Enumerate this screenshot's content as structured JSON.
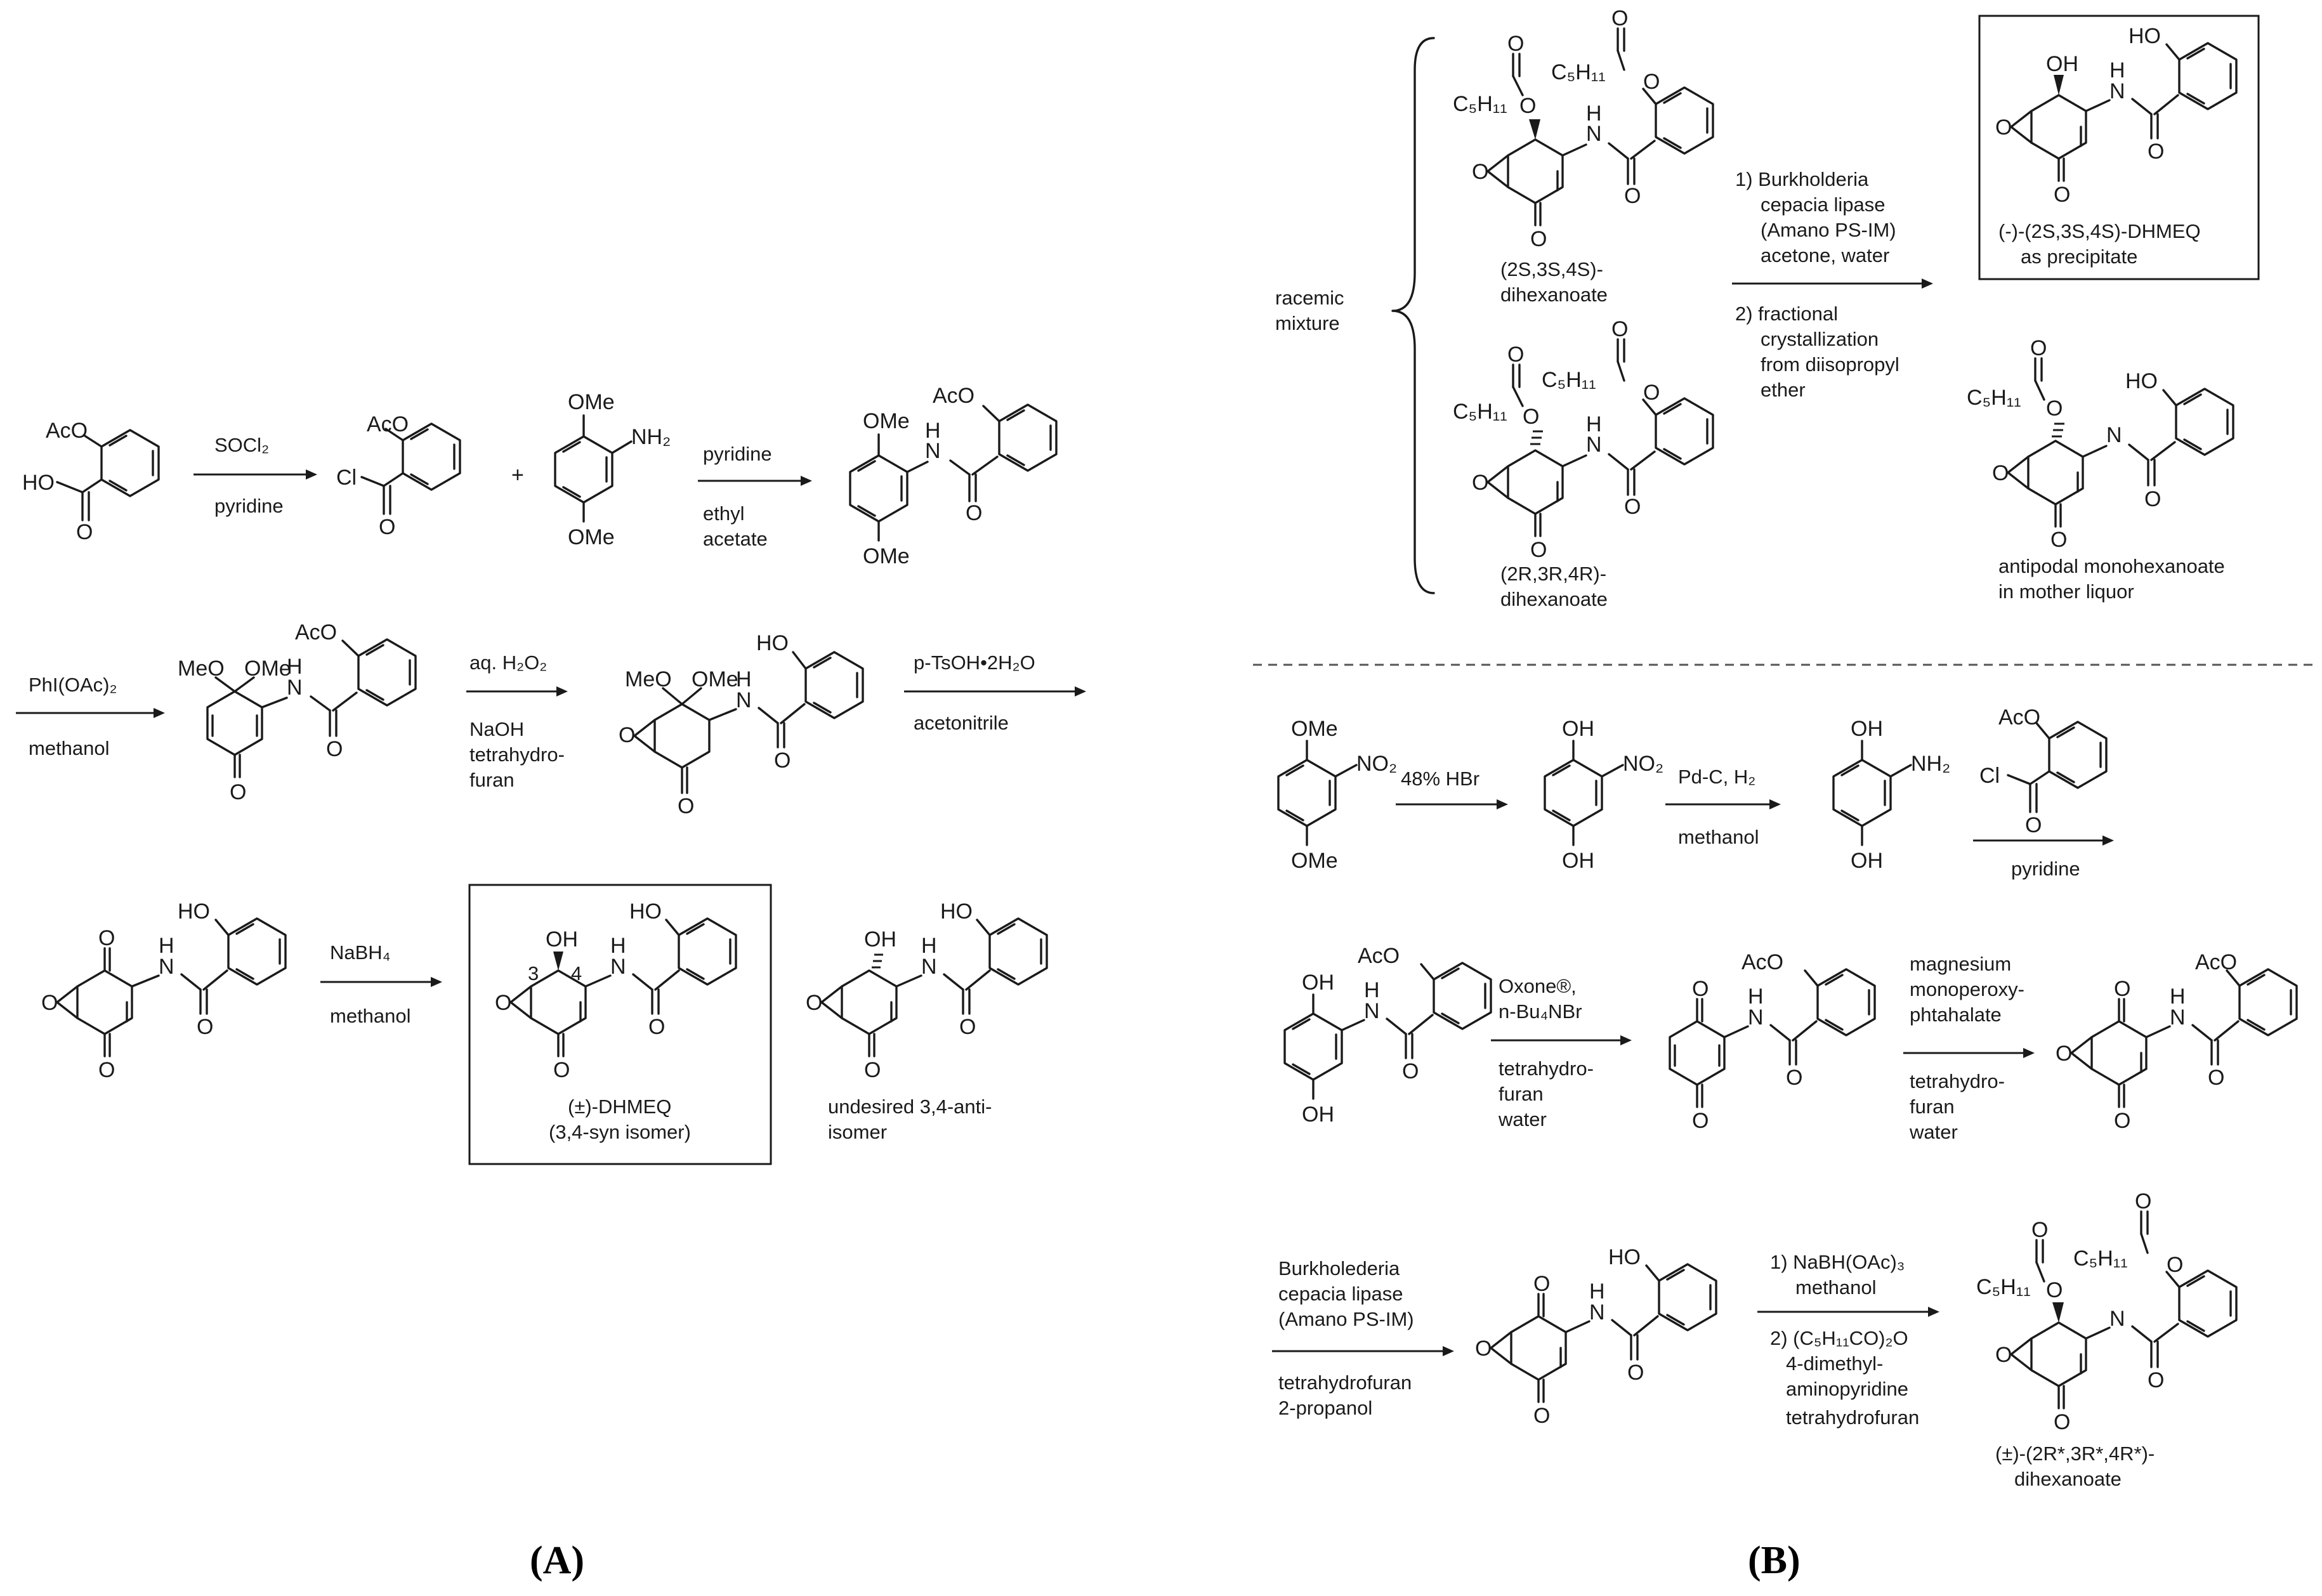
{
  "panels": {
    "a": "(A)",
    "b": "(B)"
  },
  "atoms": {
    "aco": "AcO",
    "ho": "HO",
    "oh": "OH",
    "o": "O",
    "cl": "Cl",
    "nh2": "NH₂",
    "n": "N",
    "h": "H",
    "ome": "OMe",
    "meo": "MeO",
    "no2": "NO₂",
    "c5h11": "C₅H₁₁",
    "n3": "3",
    "n4": "4",
    "plus": "+"
  },
  "schemeA": {
    "r1": {
      "above": "SOCl₂",
      "below": "pyridine"
    },
    "r2": {
      "above": "pyridine",
      "below1": "ethyl",
      "below2": "acetate"
    },
    "r3": {
      "above": "PhI(OAc)₂",
      "below": "methanol"
    },
    "r4": {
      "above": "aq. H₂O₂",
      "below1": "NaOH",
      "below2": "tetrahydro-",
      "below3": "furan"
    },
    "r5": {
      "above": "p-TsOH•2H₂O",
      "below": "acetonitrile"
    },
    "r6": {
      "above": "NaBH₄",
      "below": "methanol"
    },
    "product_label1": "(±)-DHMEQ",
    "product_label2": "(3,4-syn isomer)",
    "side_label1": "undesired 3,4-anti-",
    "side_label2": "isomer"
  },
  "schemeB_top": {
    "racemic1": "racemic",
    "racemic2": "mixture",
    "ssd_label1": "(2S,3S,4S)-",
    "ssd_label2": "dihexanoate",
    "rrd_label1": "(2R,3R,4R)-",
    "rrd_label2": "dihexanoate",
    "step1": [
      "1) Burkholderia",
      "cepacia lipase",
      "(Amano PS-IM)",
      "acetone, water"
    ],
    "step2": [
      "2) fractional",
      "crystallization",
      "from diisopropyl",
      "ether"
    ],
    "boxed1": "(-)-(2S,3S,4S)-DHMEQ",
    "boxed2": "as precipitate",
    "mono1": "antipodal monohexanoate",
    "mono2": "in mother liquor"
  },
  "schemeB_bottom": {
    "r1": "48% HBr",
    "r2": {
      "above": "Pd-C, H₂",
      "below": "methanol"
    },
    "r3": {
      "below": "pyridine"
    },
    "r4": {
      "above1": "Oxone®,",
      "above2": "n-Bu₄NBr",
      "below": [
        "tetrahydro-",
        "furan",
        "water"
      ]
    },
    "r5": {
      "above": [
        "magnesium",
        "monoperoxy-",
        "phtahalate"
      ],
      "below": [
        "tetrahydro-",
        "furan",
        "water"
      ]
    },
    "r6": {
      "above": [
        "Burkholederia",
        "cepacia lipase",
        "(Amano PS-IM)"
      ],
      "below": [
        "tetrahydrofuran",
        "2-propanol"
      ]
    },
    "r7": {
      "above": [
        "1) NaBH(OAc)₃",
        "methanol"
      ],
      "below": [
        "2) (C₅H₁₁CO)₂O",
        "4-dimethyl-",
        "aminopyridine",
        "tetrahydrofuran"
      ]
    },
    "final1": "(±)-(2R*,3R*,4R*)-",
    "final2": "dihexanoate"
  }
}
